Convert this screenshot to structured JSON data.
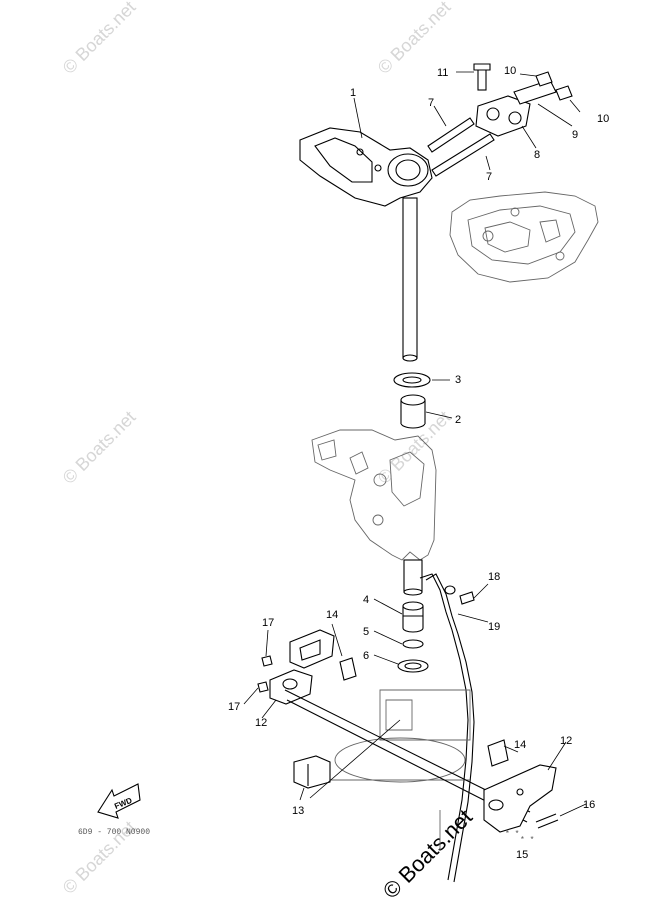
{
  "watermark": {
    "text": "© Boats.net",
    "corner_text": "© Boats.net"
  },
  "fwd_label": "FWD",
  "diagram_code": "6D9 - 700 N0900",
  "callouts": [
    {
      "id": "c1",
      "text": "1"
    },
    {
      "id": "c2",
      "text": "2"
    },
    {
      "id": "c3",
      "text": "3"
    },
    {
      "id": "c4",
      "text": "4"
    },
    {
      "id": "c5",
      "text": "5"
    },
    {
      "id": "c6",
      "text": "6"
    },
    {
      "id": "c7a",
      "text": "7"
    },
    {
      "id": "c7b",
      "text": "7"
    },
    {
      "id": "c8",
      "text": "8"
    },
    {
      "id": "c9",
      "text": "9"
    },
    {
      "id": "c10a",
      "text": "10"
    },
    {
      "id": "c10b",
      "text": "10"
    },
    {
      "id": "c11",
      "text": "11"
    },
    {
      "id": "c12a",
      "text": "12"
    },
    {
      "id": "c12b",
      "text": "12"
    },
    {
      "id": "c13",
      "text": "13"
    },
    {
      "id": "c14a",
      "text": "14"
    },
    {
      "id": "c14b",
      "text": "14"
    },
    {
      "id": "c15",
      "text": "15"
    },
    {
      "id": "c16",
      "text": "16"
    },
    {
      "id": "c17a",
      "text": "17"
    },
    {
      "id": "c17b",
      "text": "17"
    },
    {
      "id": "c18",
      "text": "18"
    },
    {
      "id": "c19",
      "text": "19"
    }
  ]
}
